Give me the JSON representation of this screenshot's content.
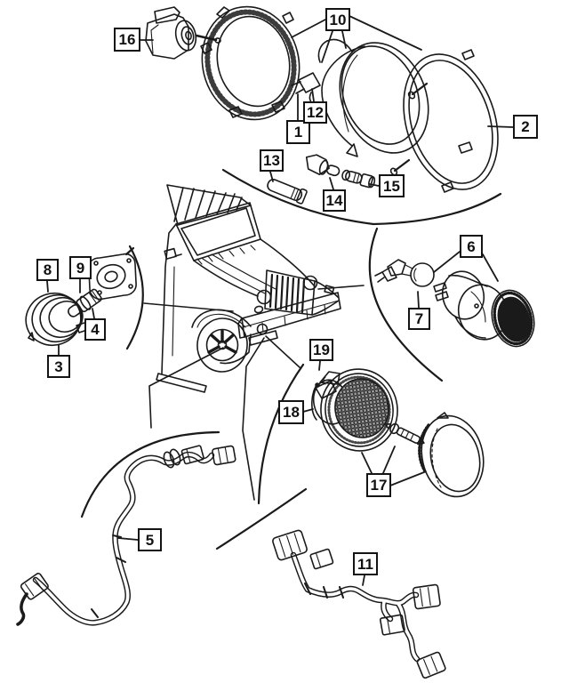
{
  "figure": {
    "type": "exploded-parts-diagram",
    "subject": "vehicle front lamps and wiring",
    "background_color": "#ffffff",
    "line_color": "#1a1a1a",
    "callout_box_border": "#141414"
  },
  "callouts": [
    {
      "label": "1"
    },
    {
      "label": "2"
    },
    {
      "label": "3"
    },
    {
      "label": "4"
    },
    {
      "label": "5"
    },
    {
      "label": "6"
    },
    {
      "label": "7"
    },
    {
      "label": "8"
    },
    {
      "label": "9"
    },
    {
      "label": "10"
    },
    {
      "label": "11"
    },
    {
      "label": "12"
    },
    {
      "label": "13"
    },
    {
      "label": "14"
    },
    {
      "label": "15"
    },
    {
      "label": "16"
    },
    {
      "label": "17"
    },
    {
      "label": "18"
    },
    {
      "label": "19"
    }
  ]
}
